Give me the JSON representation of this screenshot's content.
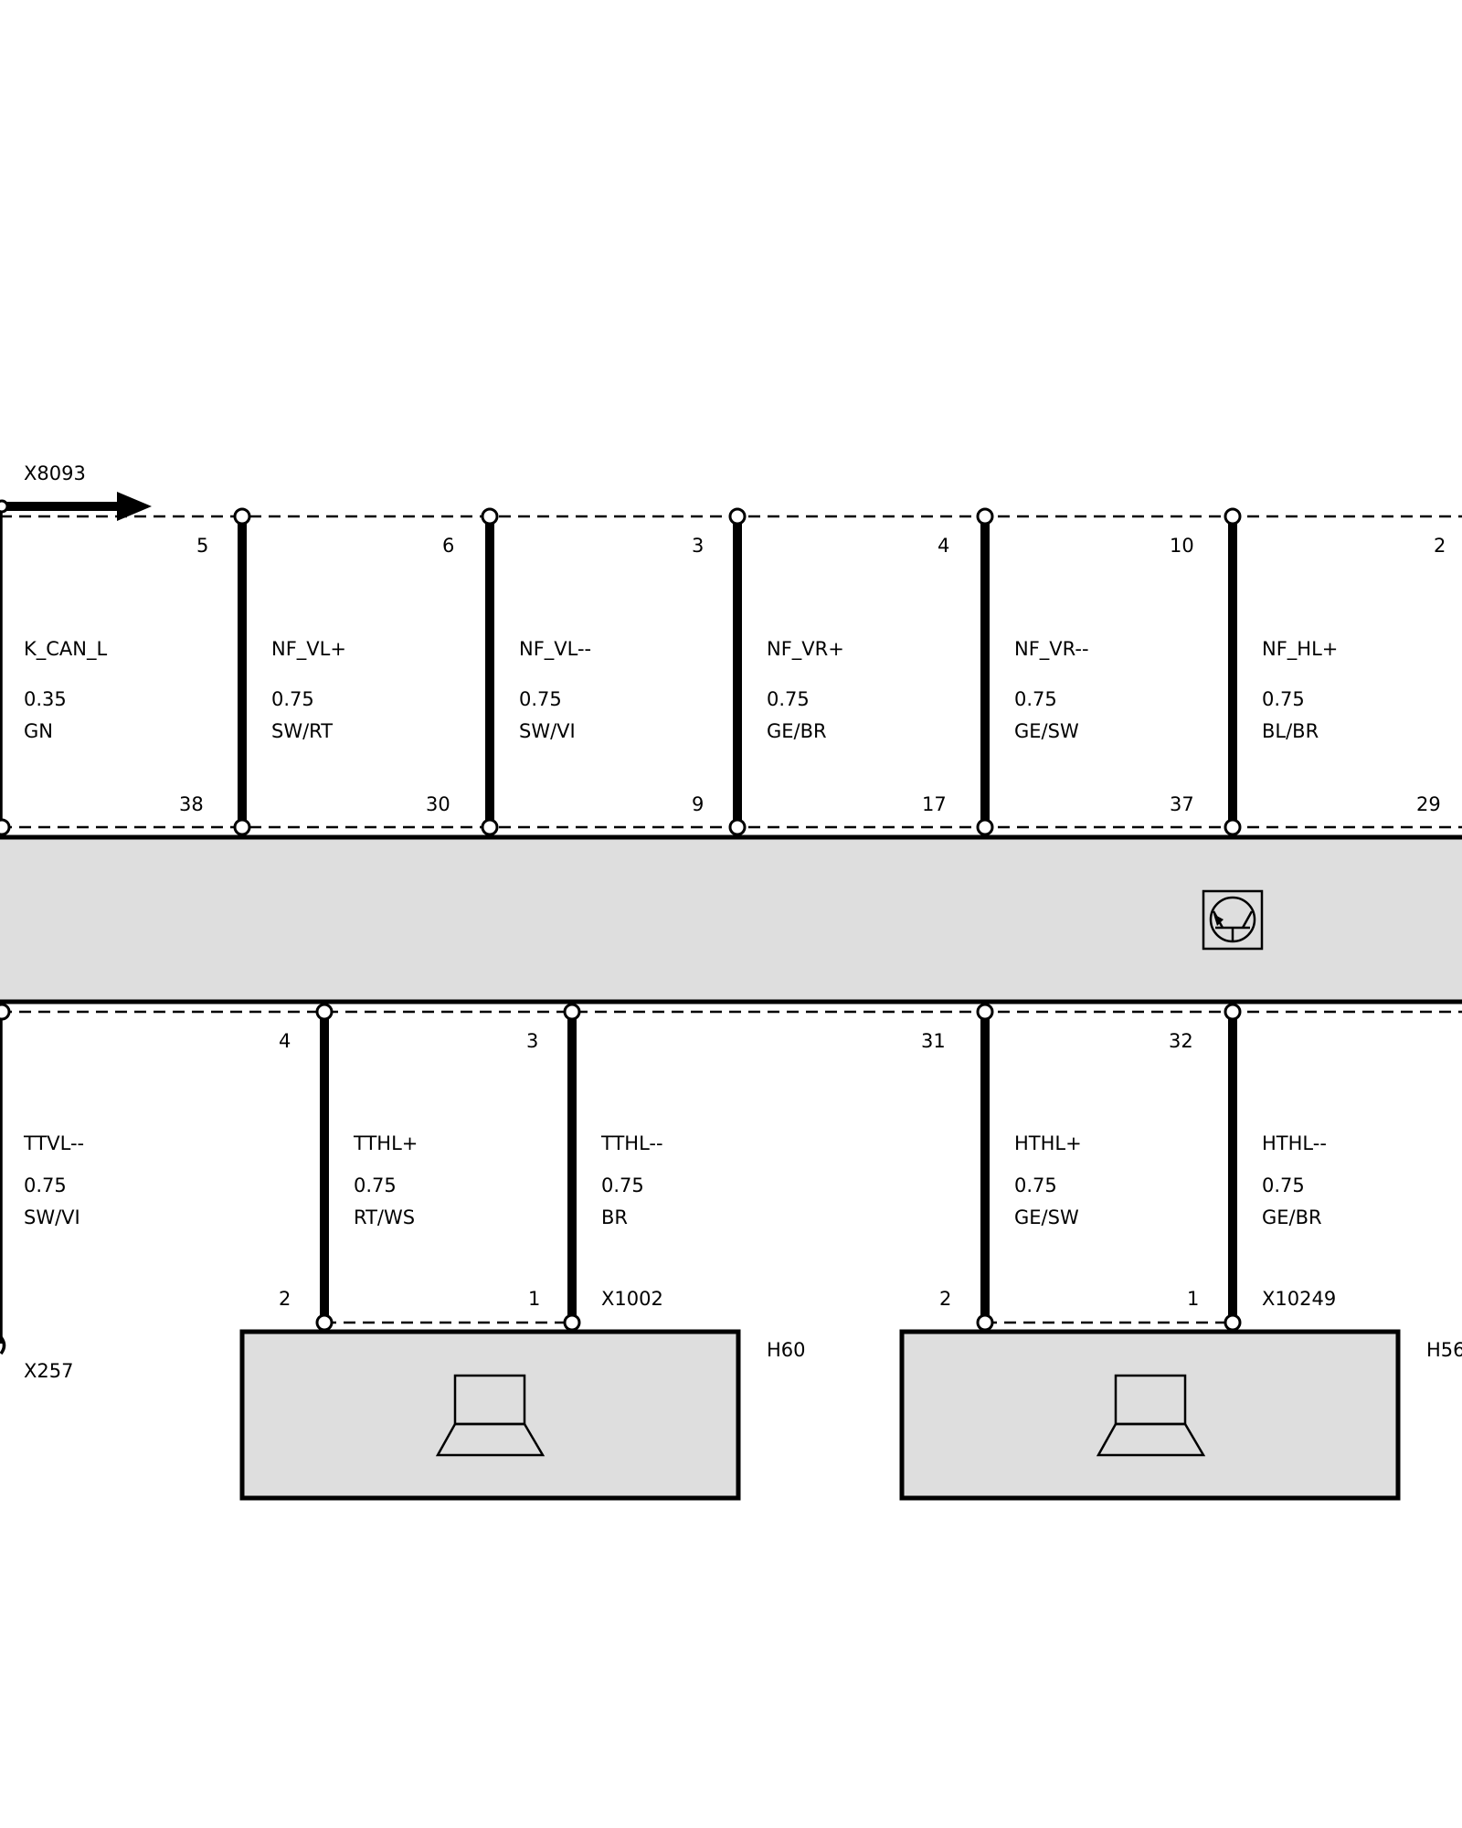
{
  "connector_top_left": "X8093",
  "connector_bottom_left": "X257",
  "top_wires": [
    {
      "name": "K_CAN_L",
      "gauge": "0.35",
      "color": "GN",
      "pin_top": "",
      "pin_bottom": "38"
    },
    {
      "name": "NF_VL+",
      "gauge": "0.75",
      "color": "SW/RT",
      "pin_top": "5",
      "pin_bottom": "30"
    },
    {
      "name": "NF_VL--",
      "gauge": "0.75",
      "color": "SW/VI",
      "pin_top": "6",
      "pin_bottom": "9"
    },
    {
      "name": "NF_VR+",
      "gauge": "0.75",
      "color": "GE/BR",
      "pin_top": "3",
      "pin_bottom": "17"
    },
    {
      "name": "NF_VR--",
      "gauge": "0.75",
      "color": "GE/SW",
      "pin_top": "4",
      "pin_bottom": "37"
    },
    {
      "name": "NF_HL+",
      "gauge": "0.75",
      "color": "BL/BR",
      "pin_top": "10",
      "pin_bottom": "29"
    },
    {
      "name": "",
      "gauge": "",
      "color": "",
      "pin_top": "2",
      "pin_bottom": ""
    }
  ],
  "bottom_wires": [
    {
      "name": "TTVL--",
      "gauge": "0.75",
      "color": "SW/VI",
      "pin_top": "",
      "pin_bottom": ""
    },
    {
      "name": "TTHL+",
      "gauge": "0.75",
      "color": "RT/WS",
      "pin_top": "4",
      "pin_bottom": "2"
    },
    {
      "name": "TTHL--",
      "gauge": "0.75",
      "color": "BR",
      "pin_top": "3",
      "pin_bottom": "1"
    },
    {
      "name": "HTHL+",
      "gauge": "0.75",
      "color": "GE/SW",
      "pin_top": "31",
      "pin_bottom": "2"
    },
    {
      "name": "HTHL--",
      "gauge": "0.75",
      "color": "GE/BR",
      "pin_top": "32",
      "pin_bottom": "1"
    }
  ],
  "speakers": [
    {
      "component": "H60",
      "connector": "X1002"
    },
    {
      "component": "H56",
      "connector": "X10249"
    }
  ],
  "icons": [
    "arrow-right-icon",
    "transistor-icon",
    "speaker-icon"
  ],
  "colors": {
    "module_fill": "#dedede",
    "line": "#000000"
  }
}
